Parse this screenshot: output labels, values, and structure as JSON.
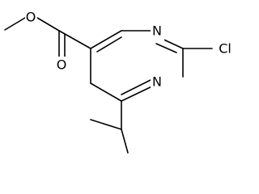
{
  "molecule": {
    "atom_labels": {
      "ester_o_carbonyl": "O",
      "ester_o_methoxy": "O",
      "n1": "N",
      "n3": "N",
      "cl": "Cl"
    }
  },
  "colors": {
    "background": "#ffffff",
    "bond": "#000000",
    "label": "#000000"
  }
}
